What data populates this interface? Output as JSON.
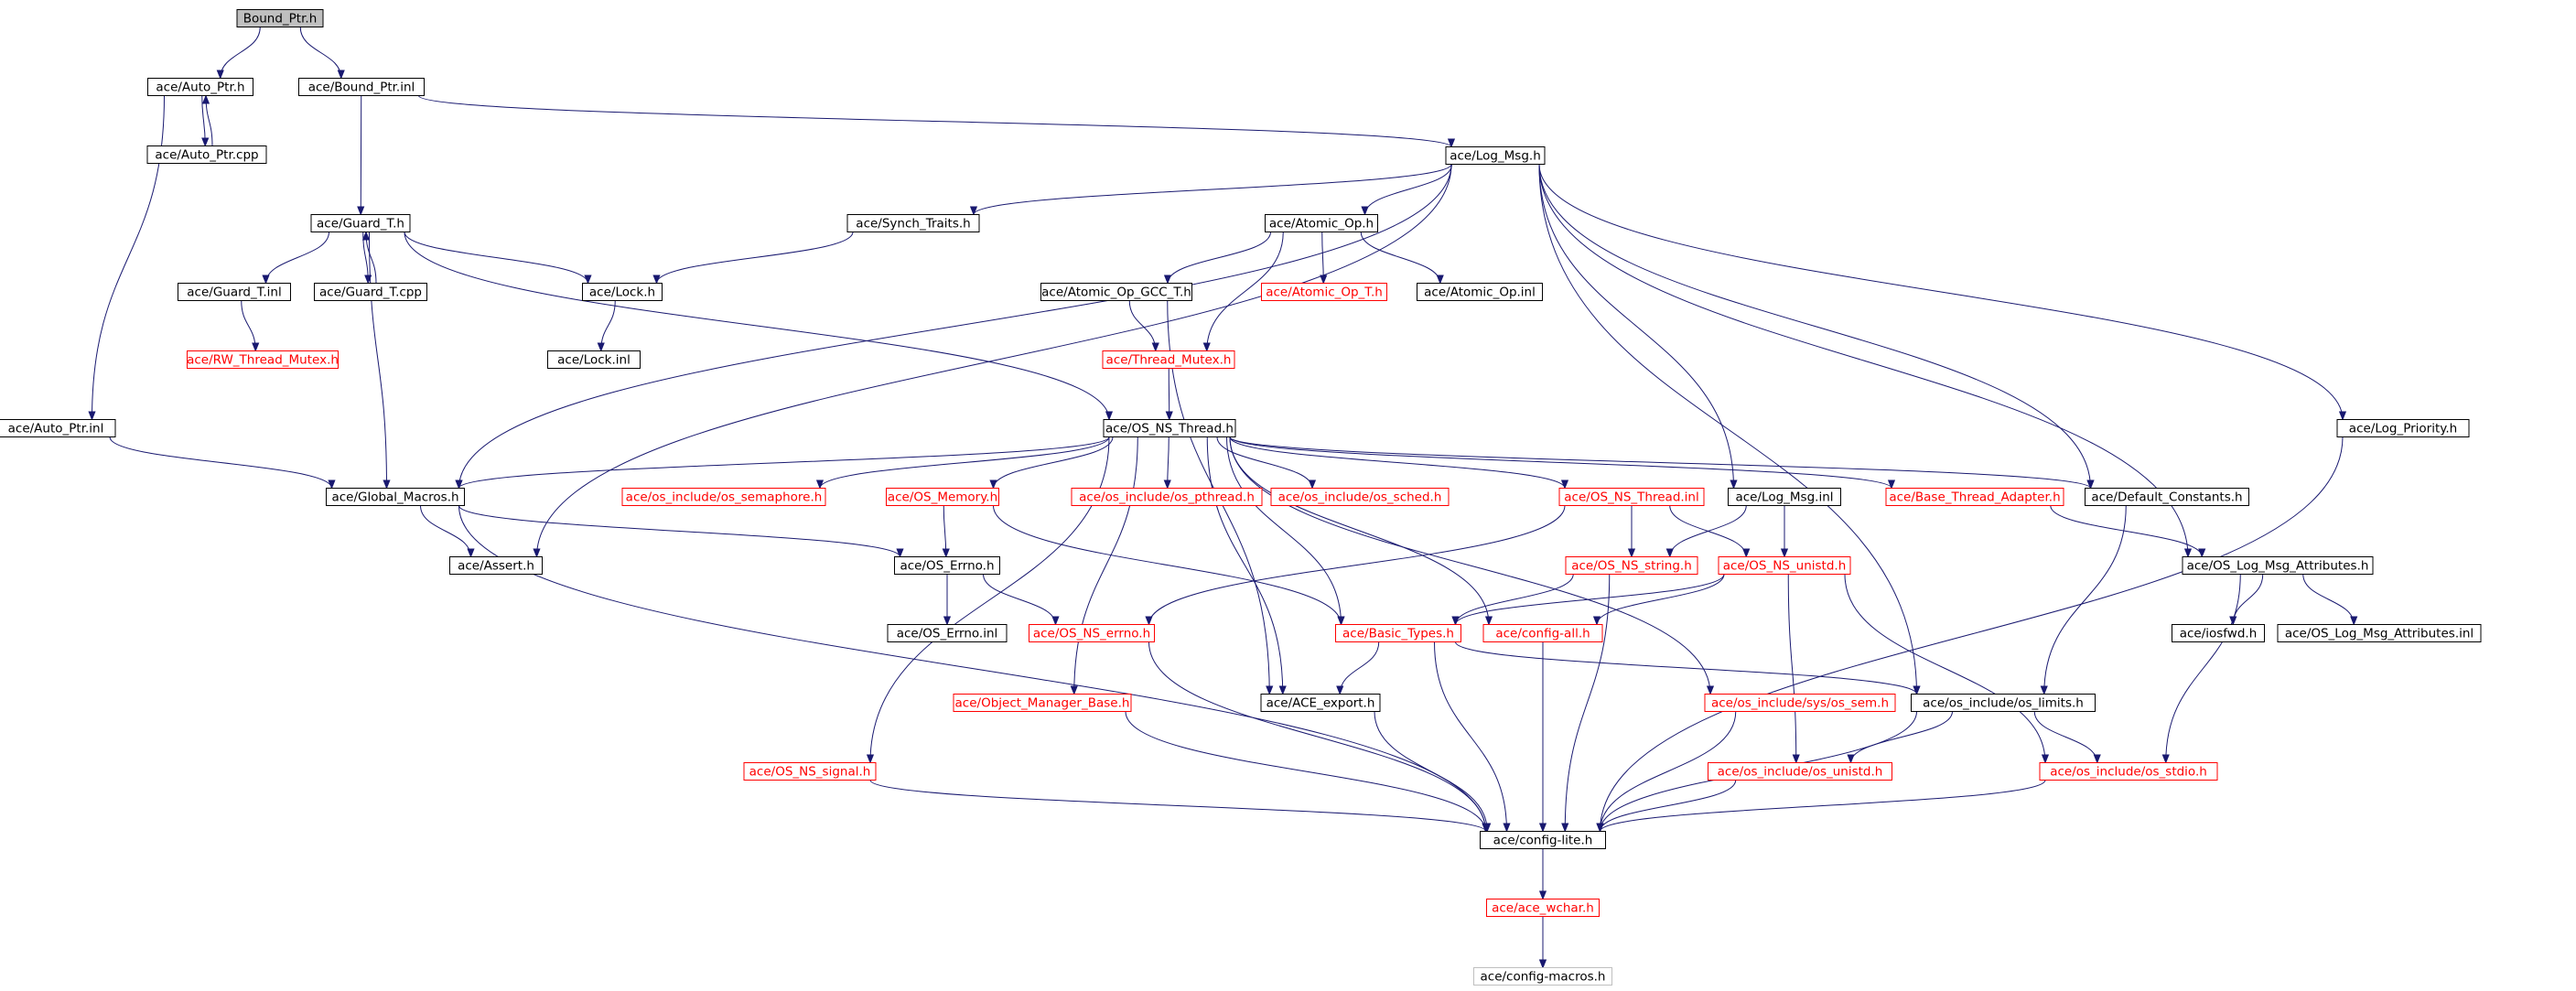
{
  "colors": {
    "edge": "#191970",
    "node_border": "#000000",
    "node_border_missing": "#ff0000",
    "node_border_external": "#bfbfbf",
    "root_fill": "#bfbfbf"
  },
  "nodes": [
    {
      "id": "bound_ptr_h",
      "label": "Bound_Ptr.h",
      "style": "root"
    },
    {
      "id": "auto_ptr_h",
      "label": "ace/Auto_Ptr.h",
      "style": "normal"
    },
    {
      "id": "bound_ptr_inl",
      "label": "ace/Bound_Ptr.inl",
      "style": "normal"
    },
    {
      "id": "auto_ptr_cpp",
      "label": "ace/Auto_Ptr.cpp",
      "style": "normal"
    },
    {
      "id": "log_msg_h",
      "label": "ace/Log_Msg.h",
      "style": "normal"
    },
    {
      "id": "guard_t_h",
      "label": "ace/Guard_T.h",
      "style": "normal"
    },
    {
      "id": "synch_traits_h",
      "label": "ace/Synch_Traits.h",
      "style": "normal"
    },
    {
      "id": "atomic_op_h",
      "label": "ace/Atomic_Op.h",
      "style": "normal"
    },
    {
      "id": "guard_t_inl",
      "label": "ace/Guard_T.inl",
      "style": "normal"
    },
    {
      "id": "guard_t_cpp",
      "label": "ace/Guard_T.cpp",
      "style": "normal"
    },
    {
      "id": "lock_h",
      "label": "ace/Lock.h",
      "style": "normal"
    },
    {
      "id": "atomic_op_gcc_t_h",
      "label": "ace/Atomic_Op_GCC_T.h",
      "style": "normal"
    },
    {
      "id": "atomic_op_t_h",
      "label": "ace/Atomic_Op_T.h",
      "style": "missing"
    },
    {
      "id": "atomic_op_inl",
      "label": "ace/Atomic_Op.inl",
      "style": "normal"
    },
    {
      "id": "rw_thread_mutex_h",
      "label": "ace/RW_Thread_Mutex.h",
      "style": "missing"
    },
    {
      "id": "lock_inl",
      "label": "ace/Lock.inl",
      "style": "normal"
    },
    {
      "id": "thread_mutex_h",
      "label": "ace/Thread_Mutex.h",
      "style": "missing"
    },
    {
      "id": "os_ns_thread_h",
      "label": "ace/OS_NS_Thread.h",
      "style": "normal"
    },
    {
      "id": "auto_ptr_inl",
      "label": "ace/Auto_Ptr.inl",
      "style": "normal"
    },
    {
      "id": "log_priority_h",
      "label": "ace/Log_Priority.h",
      "style": "normal"
    },
    {
      "id": "global_macros_h",
      "label": "ace/Global_Macros.h",
      "style": "normal"
    },
    {
      "id": "os_semaphore_h",
      "label": "ace/os_include/os_semaphore.h",
      "style": "missing"
    },
    {
      "id": "os_memory_h",
      "label": "ace/OS_Memory.h",
      "style": "missing"
    },
    {
      "id": "os_pthread_h",
      "label": "ace/os_include/os_pthread.h",
      "style": "missing"
    },
    {
      "id": "os_sched_h",
      "label": "ace/os_include/os_sched.h",
      "style": "missing"
    },
    {
      "id": "os_ns_thread_inl",
      "label": "ace/OS_NS_Thread.inl",
      "style": "missing"
    },
    {
      "id": "log_msg_inl",
      "label": "ace/Log_Msg.inl",
      "style": "normal"
    },
    {
      "id": "base_thread_adapter_h",
      "label": "ace/Base_Thread_Adapter.h",
      "style": "missing"
    },
    {
      "id": "default_constants_h",
      "label": "ace/Default_Constants.h",
      "style": "normal"
    },
    {
      "id": "assert_h",
      "label": "ace/Assert.h",
      "style": "normal"
    },
    {
      "id": "os_errno_h",
      "label": "ace/OS_Errno.h",
      "style": "normal"
    },
    {
      "id": "os_ns_string_h",
      "label": "ace/OS_NS_string.h",
      "style": "missing"
    },
    {
      "id": "os_ns_unistd_h",
      "label": "ace/OS_NS_unistd.h",
      "style": "missing"
    },
    {
      "id": "os_log_msg_attributes_h",
      "label": "ace/OS_Log_Msg_Attributes.h",
      "style": "normal"
    },
    {
      "id": "os_errno_inl",
      "label": "ace/OS_Errno.inl",
      "style": "normal"
    },
    {
      "id": "os_ns_errno_h",
      "label": "ace/OS_NS_errno.h",
      "style": "missing"
    },
    {
      "id": "basic_types_h",
      "label": "ace/Basic_Types.h",
      "style": "missing"
    },
    {
      "id": "config_all_h",
      "label": "ace/config-all.h",
      "style": "missing"
    },
    {
      "id": "iosfwd_h",
      "label": "ace/iosfwd.h",
      "style": "normal"
    },
    {
      "id": "os_log_msg_attributes_inl",
      "label": "ace/OS_Log_Msg_Attributes.inl",
      "style": "normal"
    },
    {
      "id": "object_manager_base_h",
      "label": "ace/Object_Manager_Base.h",
      "style": "missing"
    },
    {
      "id": "ace_export_h",
      "label": "ace/ACE_export.h",
      "style": "normal"
    },
    {
      "id": "os_sem_h",
      "label": "ace/os_include/sys/os_sem.h",
      "style": "missing"
    },
    {
      "id": "os_limits_h",
      "label": "ace/os_include/os_limits.h",
      "style": "normal"
    },
    {
      "id": "os_ns_signal_h",
      "label": "ace/OS_NS_signal.h",
      "style": "missing"
    },
    {
      "id": "os_unistd_h",
      "label": "ace/os_include/os_unistd.h",
      "style": "missing"
    },
    {
      "id": "os_stdio_h",
      "label": "ace/os_include/os_stdio.h",
      "style": "missing"
    },
    {
      "id": "config_lite_h",
      "label": "ace/config-lite.h",
      "style": "normal"
    },
    {
      "id": "ace_wchar_h",
      "label": "ace/ace_wchar.h",
      "style": "missing"
    },
    {
      "id": "config_macros_h",
      "label": "ace/config-macros.h",
      "style": "external"
    }
  ],
  "edges": [
    [
      "bound_ptr_h",
      "auto_ptr_h"
    ],
    [
      "bound_ptr_h",
      "bound_ptr_inl"
    ],
    [
      "auto_ptr_h",
      "auto_ptr_cpp"
    ],
    [
      "auto_ptr_cpp",
      "auto_ptr_h"
    ],
    [
      "auto_ptr_h",
      "auto_ptr_inl"
    ],
    [
      "bound_ptr_inl",
      "guard_t_h"
    ],
    [
      "bound_ptr_inl",
      "log_msg_h"
    ],
    [
      "guard_t_h",
      "guard_t_inl"
    ],
    [
      "guard_t_h",
      "guard_t_cpp"
    ],
    [
      "guard_t_cpp",
      "guard_t_h"
    ],
    [
      "guard_t_h",
      "lock_h"
    ],
    [
      "guard_t_h",
      "global_macros_h"
    ],
    [
      "guard_t_h",
      "os_ns_thread_h"
    ],
    [
      "guard_t_inl",
      "rw_thread_mutex_h"
    ],
    [
      "lock_h",
      "lock_inl"
    ],
    [
      "log_msg_h",
      "synch_traits_h"
    ],
    [
      "log_msg_h",
      "atomic_op_h"
    ],
    [
      "log_msg_h",
      "global_macros_h"
    ],
    [
      "log_msg_h",
      "assert_h"
    ],
    [
      "log_msg_h",
      "log_msg_inl"
    ],
    [
      "log_msg_h",
      "default_constants_h"
    ],
    [
      "log_msg_h",
      "os_limits_h"
    ],
    [
      "log_msg_h",
      "os_log_msg_attributes_h"
    ],
    [
      "log_msg_h",
      "log_priority_h"
    ],
    [
      "synch_traits_h",
      "lock_h"
    ],
    [
      "atomic_op_h",
      "atomic_op_gcc_t_h"
    ],
    [
      "atomic_op_h",
      "atomic_op_t_h"
    ],
    [
      "atomic_op_h",
      "atomic_op_inl"
    ],
    [
      "atomic_op_h",
      "thread_mutex_h"
    ],
    [
      "atomic_op_gcc_t_h",
      "thread_mutex_h"
    ],
    [
      "atomic_op_gcc_t_h",
      "ace_export_h"
    ],
    [
      "thread_mutex_h",
      "os_ns_thread_h"
    ],
    [
      "auto_ptr_inl",
      "global_macros_h"
    ],
    [
      "os_ns_thread_h",
      "global_macros_h"
    ],
    [
      "os_ns_thread_h",
      "os_semaphore_h"
    ],
    [
      "os_ns_thread_h",
      "os_memory_h"
    ],
    [
      "os_ns_thread_h",
      "os_pthread_h"
    ],
    [
      "os_ns_thread_h",
      "os_sched_h"
    ],
    [
      "os_ns_thread_h",
      "os_ns_thread_inl"
    ],
    [
      "os_ns_thread_h",
      "base_thread_adapter_h"
    ],
    [
      "os_ns_thread_h",
      "default_constants_h"
    ],
    [
      "os_ns_thread_h",
      "object_manager_base_h"
    ],
    [
      "os_ns_thread_h",
      "ace_export_h"
    ],
    [
      "os_ns_thread_h",
      "basic_types_h"
    ],
    [
      "os_ns_thread_h",
      "config_all_h"
    ],
    [
      "os_ns_thread_h",
      "os_sem_h"
    ],
    [
      "os_ns_thread_h",
      "os_ns_signal_h"
    ],
    [
      "global_macros_h",
      "assert_h"
    ],
    [
      "global_macros_h",
      "os_errno_h"
    ],
    [
      "global_macros_h",
      "config_lite_h"
    ],
    [
      "os_memory_h",
      "os_errno_h"
    ],
    [
      "os_memory_h",
      "basic_types_h"
    ],
    [
      "os_errno_h",
      "os_errno_inl"
    ],
    [
      "os_errno_h",
      "os_ns_errno_h"
    ],
    [
      "os_ns_thread_inl",
      "os_ns_string_h"
    ],
    [
      "os_ns_thread_inl",
      "os_ns_unistd_h"
    ],
    [
      "os_ns_thread_inl",
      "os_ns_errno_h"
    ],
    [
      "log_msg_inl",
      "os_ns_string_h"
    ],
    [
      "log_msg_inl",
      "os_ns_unistd_h"
    ],
    [
      "base_thread_adapter_h",
      "os_log_msg_attributes_h"
    ],
    [
      "default_constants_h",
      "os_limits_h"
    ],
    [
      "os_log_msg_attributes_h",
      "iosfwd_h"
    ],
    [
      "os_log_msg_attributes_h",
      "os_log_msg_attributes_inl"
    ],
    [
      "os_log_msg_attributes_h",
      "os_stdio_h"
    ],
    [
      "os_ns_string_h",
      "basic_types_h"
    ],
    [
      "os_ns_string_h",
      "config_lite_h"
    ],
    [
      "os_ns_unistd_h",
      "basic_types_h"
    ],
    [
      "os_ns_unistd_h",
      "config_all_h"
    ],
    [
      "os_ns_unistd_h",
      "os_unistd_h"
    ],
    [
      "os_ns_unistd_h",
      "os_stdio_h"
    ],
    [
      "os_ns_errno_h",
      "config_lite_h"
    ],
    [
      "basic_types_h",
      "ace_export_h"
    ],
    [
      "basic_types_h",
      "os_limits_h"
    ],
    [
      "basic_types_h",
      "config_lite_h"
    ],
    [
      "config_all_h",
      "config_lite_h"
    ],
    [
      "object_manager_base_h",
      "config_lite_h"
    ],
    [
      "ace_export_h",
      "config_lite_h"
    ],
    [
      "os_sem_h",
      "config_lite_h"
    ],
    [
      "os_limits_h",
      "os_unistd_h"
    ],
    [
      "os_limits_h",
      "os_stdio_h"
    ],
    [
      "os_limits_h",
      "config_lite_h"
    ],
    [
      "os_ns_signal_h",
      "config_lite_h"
    ],
    [
      "os_unistd_h",
      "config_lite_h"
    ],
    [
      "os_stdio_h",
      "config_lite_h"
    ],
    [
      "log_priority_h",
      "config_lite_h"
    ],
    [
      "config_lite_h",
      "ace_wchar_h"
    ],
    [
      "config_lite_h",
      "config_macros_h"
    ],
    [
      "ace_wchar_h",
      "config_macros_h"
    ]
  ]
}
